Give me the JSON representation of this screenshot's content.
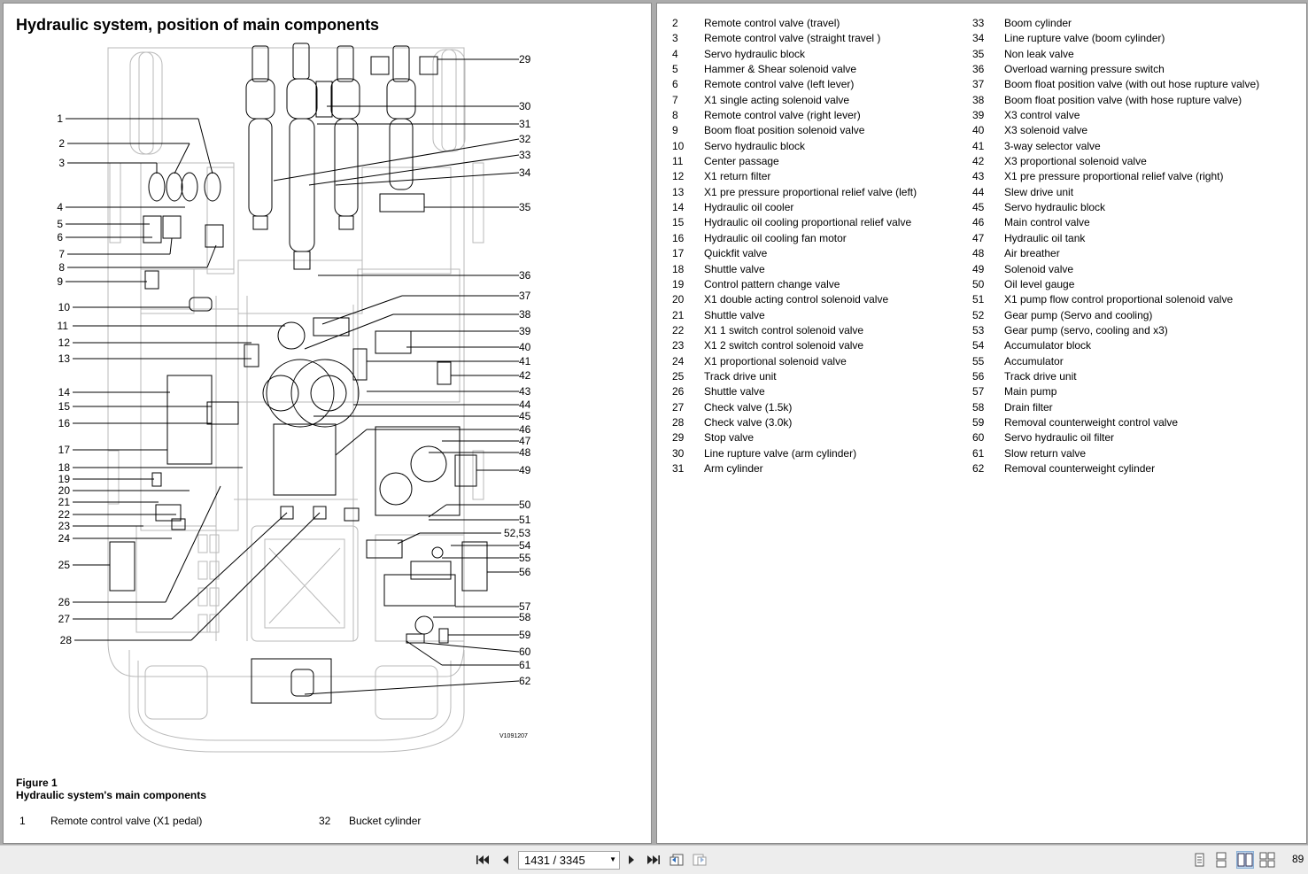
{
  "left_page": {
    "title": "Hydraulic system, position of main components",
    "figure_label": "Figure 1",
    "figure_caption": "Hydraulic system's main components",
    "drawing_code": "V1091207",
    "bottom_items": [
      {
        "num": "1",
        "text": "Remote control valve (X1 pedal)"
      },
      {
        "num": "32",
        "text": "Bucket cylinder"
      }
    ],
    "callouts_left": [
      "1",
      "2",
      "3",
      "4",
      "5",
      "6",
      "7",
      "8",
      "9",
      "10",
      "11",
      "12",
      "13",
      "14",
      "15",
      "16",
      "17",
      "18",
      "19",
      "20",
      "21",
      "22",
      "23",
      "24",
      "25",
      "26",
      "27",
      "28"
    ],
    "callouts_right": [
      "29",
      "30",
      "31",
      "32",
      "33",
      "34",
      "35",
      "36",
      "37",
      "38",
      "39",
      "40",
      "41",
      "42",
      "43",
      "44",
      "45",
      "46",
      "47",
      "48",
      "49",
      "50",
      "51",
      "52,53",
      "54",
      "55",
      "56",
      "57",
      "58",
      "59",
      "60",
      "61",
      "62"
    ]
  },
  "right_page": {
    "col1": [
      {
        "num": "2",
        "text": "Remote control valve (travel)"
      },
      {
        "num": "3",
        "text": "Remote control valve (straight travel )"
      },
      {
        "num": "4",
        "text": "Servo hydraulic block"
      },
      {
        "num": "5",
        "text": "Hammer & Shear solenoid valve"
      },
      {
        "num": "6",
        "text": "Remote control valve (left lever)"
      },
      {
        "num": "7",
        "text": "X1 single acting solenoid valve"
      },
      {
        "num": "8",
        "text": "Remote control valve (right lever)"
      },
      {
        "num": "9",
        "text": "Boom float position solenoid valve"
      },
      {
        "num": "10",
        "text": "Servo hydraulic block"
      },
      {
        "num": "11",
        "text": "Center passage"
      },
      {
        "num": "12",
        "text": "X1 return filter"
      },
      {
        "num": "13",
        "text": "X1 pre pressure proportional relief valve (left)"
      },
      {
        "num": "14",
        "text": "Hydraulic oil cooler"
      },
      {
        "num": "15",
        "text": "Hydraulic oil cooling proportional relief valve"
      },
      {
        "num": "16",
        "text": "Hydraulic oil cooling fan motor"
      },
      {
        "num": "17",
        "text": "Quickfit valve"
      },
      {
        "num": "18",
        "text": "Shuttle valve"
      },
      {
        "num": "19",
        "text": "Control pattern change valve"
      },
      {
        "num": "20",
        "text": "X1 double acting control solenoid valve"
      },
      {
        "num": "21",
        "text": "Shuttle valve"
      },
      {
        "num": "22",
        "text": "X1 1 switch control solenoid valve"
      },
      {
        "num": "23",
        "text": "X1 2 switch control solenoid valve"
      },
      {
        "num": "24",
        "text": "X1 proportional solenoid valve"
      },
      {
        "num": "25",
        "text": "Track drive unit"
      },
      {
        "num": "26",
        "text": "Shuttle valve"
      },
      {
        "num": "27",
        "text": "Check valve (1.5k)"
      },
      {
        "num": "28",
        "text": "Check valve (3.0k)"
      },
      {
        "num": "29",
        "text": "Stop valve"
      },
      {
        "num": "30",
        "text": "Line rupture valve (arm cylinder)"
      },
      {
        "num": "31",
        "text": "Arm cylinder"
      }
    ],
    "col2": [
      {
        "num": "33",
        "text": "Boom cylinder"
      },
      {
        "num": "34",
        "text": "Line rupture valve (boom cylinder)"
      },
      {
        "num": "35",
        "text": "Non leak valve"
      },
      {
        "num": "36",
        "text": "Overload warning pressure switch"
      },
      {
        "num": "37",
        "text": "Boom float position valve (with out hose rupture valve)"
      },
      {
        "num": "38",
        "text": "Boom float position valve (with hose rupture valve)"
      },
      {
        "num": "39",
        "text": "X3 control valve"
      },
      {
        "num": "40",
        "text": "X3 solenoid valve"
      },
      {
        "num": "41",
        "text": "3-way selector valve"
      },
      {
        "num": "42",
        "text": "X3 proportional solenoid valve"
      },
      {
        "num": "43",
        "text": "X1 pre pressure proportional relief valve (right)"
      },
      {
        "num": "44",
        "text": "Slew drive unit"
      },
      {
        "num": "45",
        "text": "Servo hydraulic block"
      },
      {
        "num": "46",
        "text": "Main control valve"
      },
      {
        "num": "47",
        "text": "Hydraulic oil tank"
      },
      {
        "num": "48",
        "text": "Air breather"
      },
      {
        "num": "49",
        "text": "Solenoid valve"
      },
      {
        "num": "50",
        "text": "Oil level gauge"
      },
      {
        "num": "51",
        "text": "X1 pump flow control proportional solenoid valve"
      },
      {
        "num": "52",
        "text": "Gear pump (Servo and cooling)"
      },
      {
        "num": "53",
        "text": "Gear pump (servo, cooling and x3)"
      },
      {
        "num": "54",
        "text": "Accumulator block"
      },
      {
        "num": "55",
        "text": "Accumulator"
      },
      {
        "num": "56",
        "text": "Track drive unit"
      },
      {
        "num": "57",
        "text": "Main pump"
      },
      {
        "num": "58",
        "text": "Drain filter"
      },
      {
        "num": "59",
        "text": "Removal counterweight control valve"
      },
      {
        "num": "60",
        "text": "Servo hydraulic oil filter"
      },
      {
        "num": "61",
        "text": "Slow return valve"
      },
      {
        "num": "62",
        "text": "Removal counterweight cylinder"
      }
    ]
  },
  "toolbar": {
    "page_indicator": "1431 / 3345",
    "zoom": "89",
    "icons": {
      "first": "first-page-icon",
      "prev": "previous-page-icon",
      "next": "next-page-icon",
      "last": "last-page-icon",
      "back": "go-back-icon",
      "forward": "go-forward-icon"
    }
  }
}
